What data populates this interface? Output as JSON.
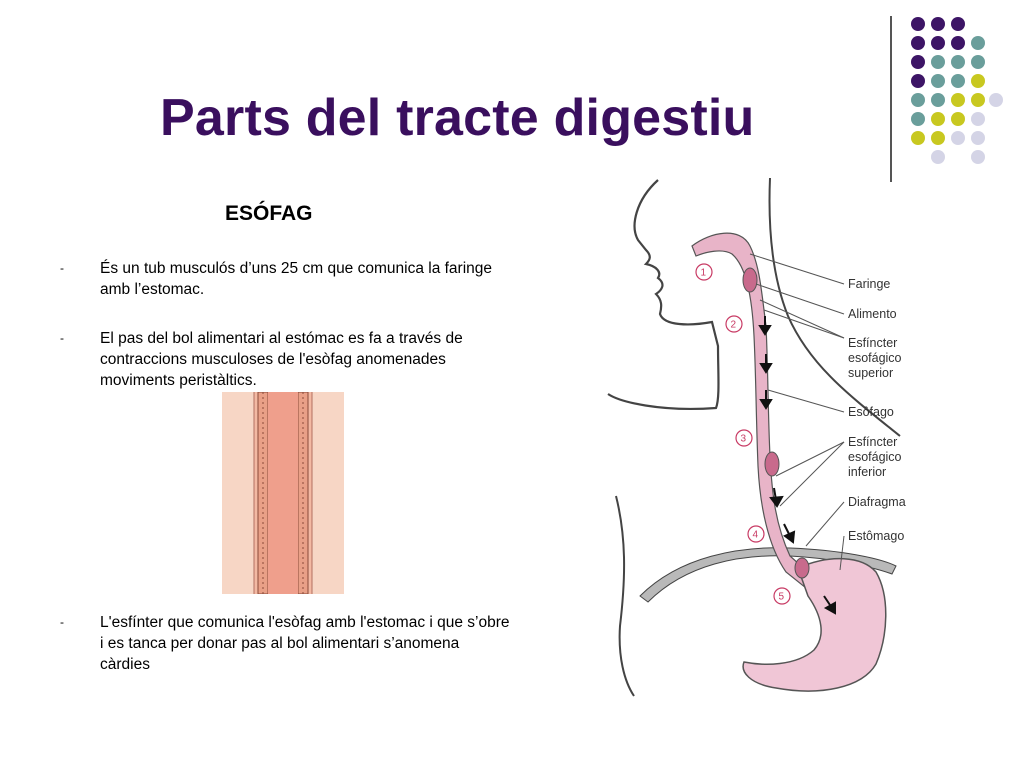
{
  "slide": {
    "title": "Parts del tracte digestiu",
    "subtitle": "ESÓFAG",
    "bullet_marker": "-",
    "bullets": [
      "És un tub musculós  d’uns 25 cm que comunica la faringe amb l’estomac.",
      "El pas del bol alimentari al estómac es fa a través de contraccions  musculoses de l'esòfag anomenades moviments peristàltics.",
      "L'esfínter que comunica l'esòfag amb l'estomac i que s’obre i es tanca per donar pas al bol alimentari s’anomena càrdies"
    ]
  },
  "diagram": {
    "labels": {
      "faringe": "Faringe",
      "alimento": "Alimento",
      "esfinter_sup_1": "Esfíncter",
      "esfinter_sup_2": "esofágico",
      "esfinter_sup_3": "superior",
      "esofago": "Esôfago",
      "esfinter_inf_1": "Esfíncter",
      "esfinter_inf_2": "esofágico",
      "esfinter_inf_3": "inferior",
      "diafragma": "Diafragma",
      "estomago": "Estômago"
    },
    "steps": [
      "1",
      "2",
      "3",
      "4",
      "5"
    ]
  },
  "colors": {
    "title": "#3a0f5e",
    "dot_purple": "#3d1566",
    "dot_teal": "#6a9e9b",
    "dot_olive": "#c8c820",
    "dot_lavender": "#d4d4e6",
    "tissue_pink": "#e8b4c8",
    "tube_peach": "#f7d6c5"
  }
}
